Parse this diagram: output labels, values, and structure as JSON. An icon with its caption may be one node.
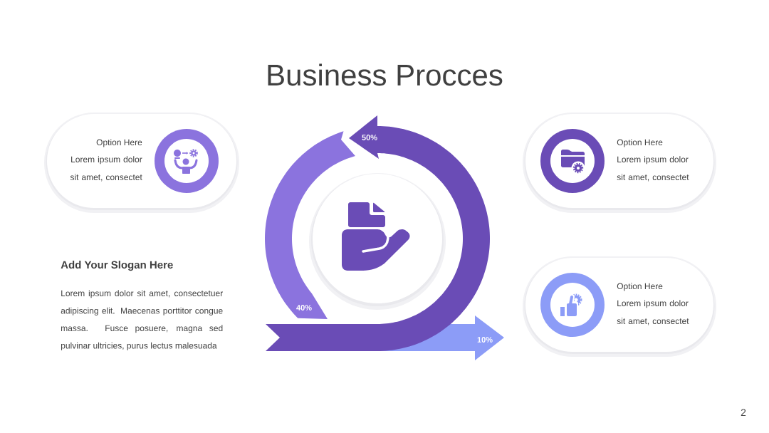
{
  "diagram": {
    "title": "Business Procces",
    "nodes": [
      {
        "text": [
          "Option Here",
          "Lorem ipsum dolor sit amet, consectet"
        ]
      },
      {
        "text": [
          "50%"
        ]
      },
      {
        "text": [
          "Option Here",
          "Lorem ipsum dolor sit amet, consectet"
        ]
      },
      {
        "text": [],
        "shape": "circle"
      },
      {
        "text": [
          "40%"
        ]
      },
      {
        "text": [
          "Option Here",
          "Lorem ipsum dolor sit amet, consectet"
        ]
      },
      {
        "text": [
          "10%"
        ]
      }
    ],
    "labels": [
      "Add Your Slogan Here",
      "Lorem ipsum dolor sit amet, consectetuer adipiscing elit. Maecenas porttitor congue massa. Fusce posuere, magna sed pulvinar ultricies, purus lectus malesuada",
      "2"
    ]
  }
}
